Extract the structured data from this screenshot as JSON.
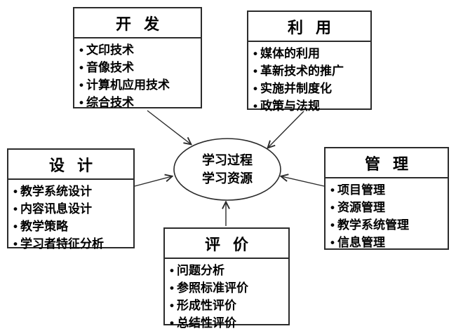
{
  "diagram": {
    "bullet_char": "•",
    "center": {
      "lines": [
        "学习过程",
        "学习资源"
      ]
    },
    "boxes": {
      "development": {
        "title": "开 发",
        "items": [
          "文印技术",
          "音像技术",
          "计算机应用技术",
          "综合技术"
        ]
      },
      "utilization": {
        "title": "利 用",
        "items": [
          "媒体的利用",
          "革新技术的推广",
          "实施并制度化",
          "政策与法规"
        ]
      },
      "design": {
        "title": "设 计",
        "items": [
          "教学系统设计",
          "内容讯息设计",
          "教学策略",
          "学习者特征分析"
        ]
      },
      "management": {
        "title": "管 理",
        "items": [
          "项目管理",
          "资源管理",
          "教学系统管理",
          "信息管理"
        ]
      },
      "evaluation": {
        "title": "评 价",
        "items": [
          "问题分析",
          "参照标准评价",
          "形成性评价",
          "总结性评价"
        ]
      }
    },
    "colors": {
      "stroke": "#2b2b2b",
      "text": "#000000",
      "background": "#ffffff"
    }
  }
}
